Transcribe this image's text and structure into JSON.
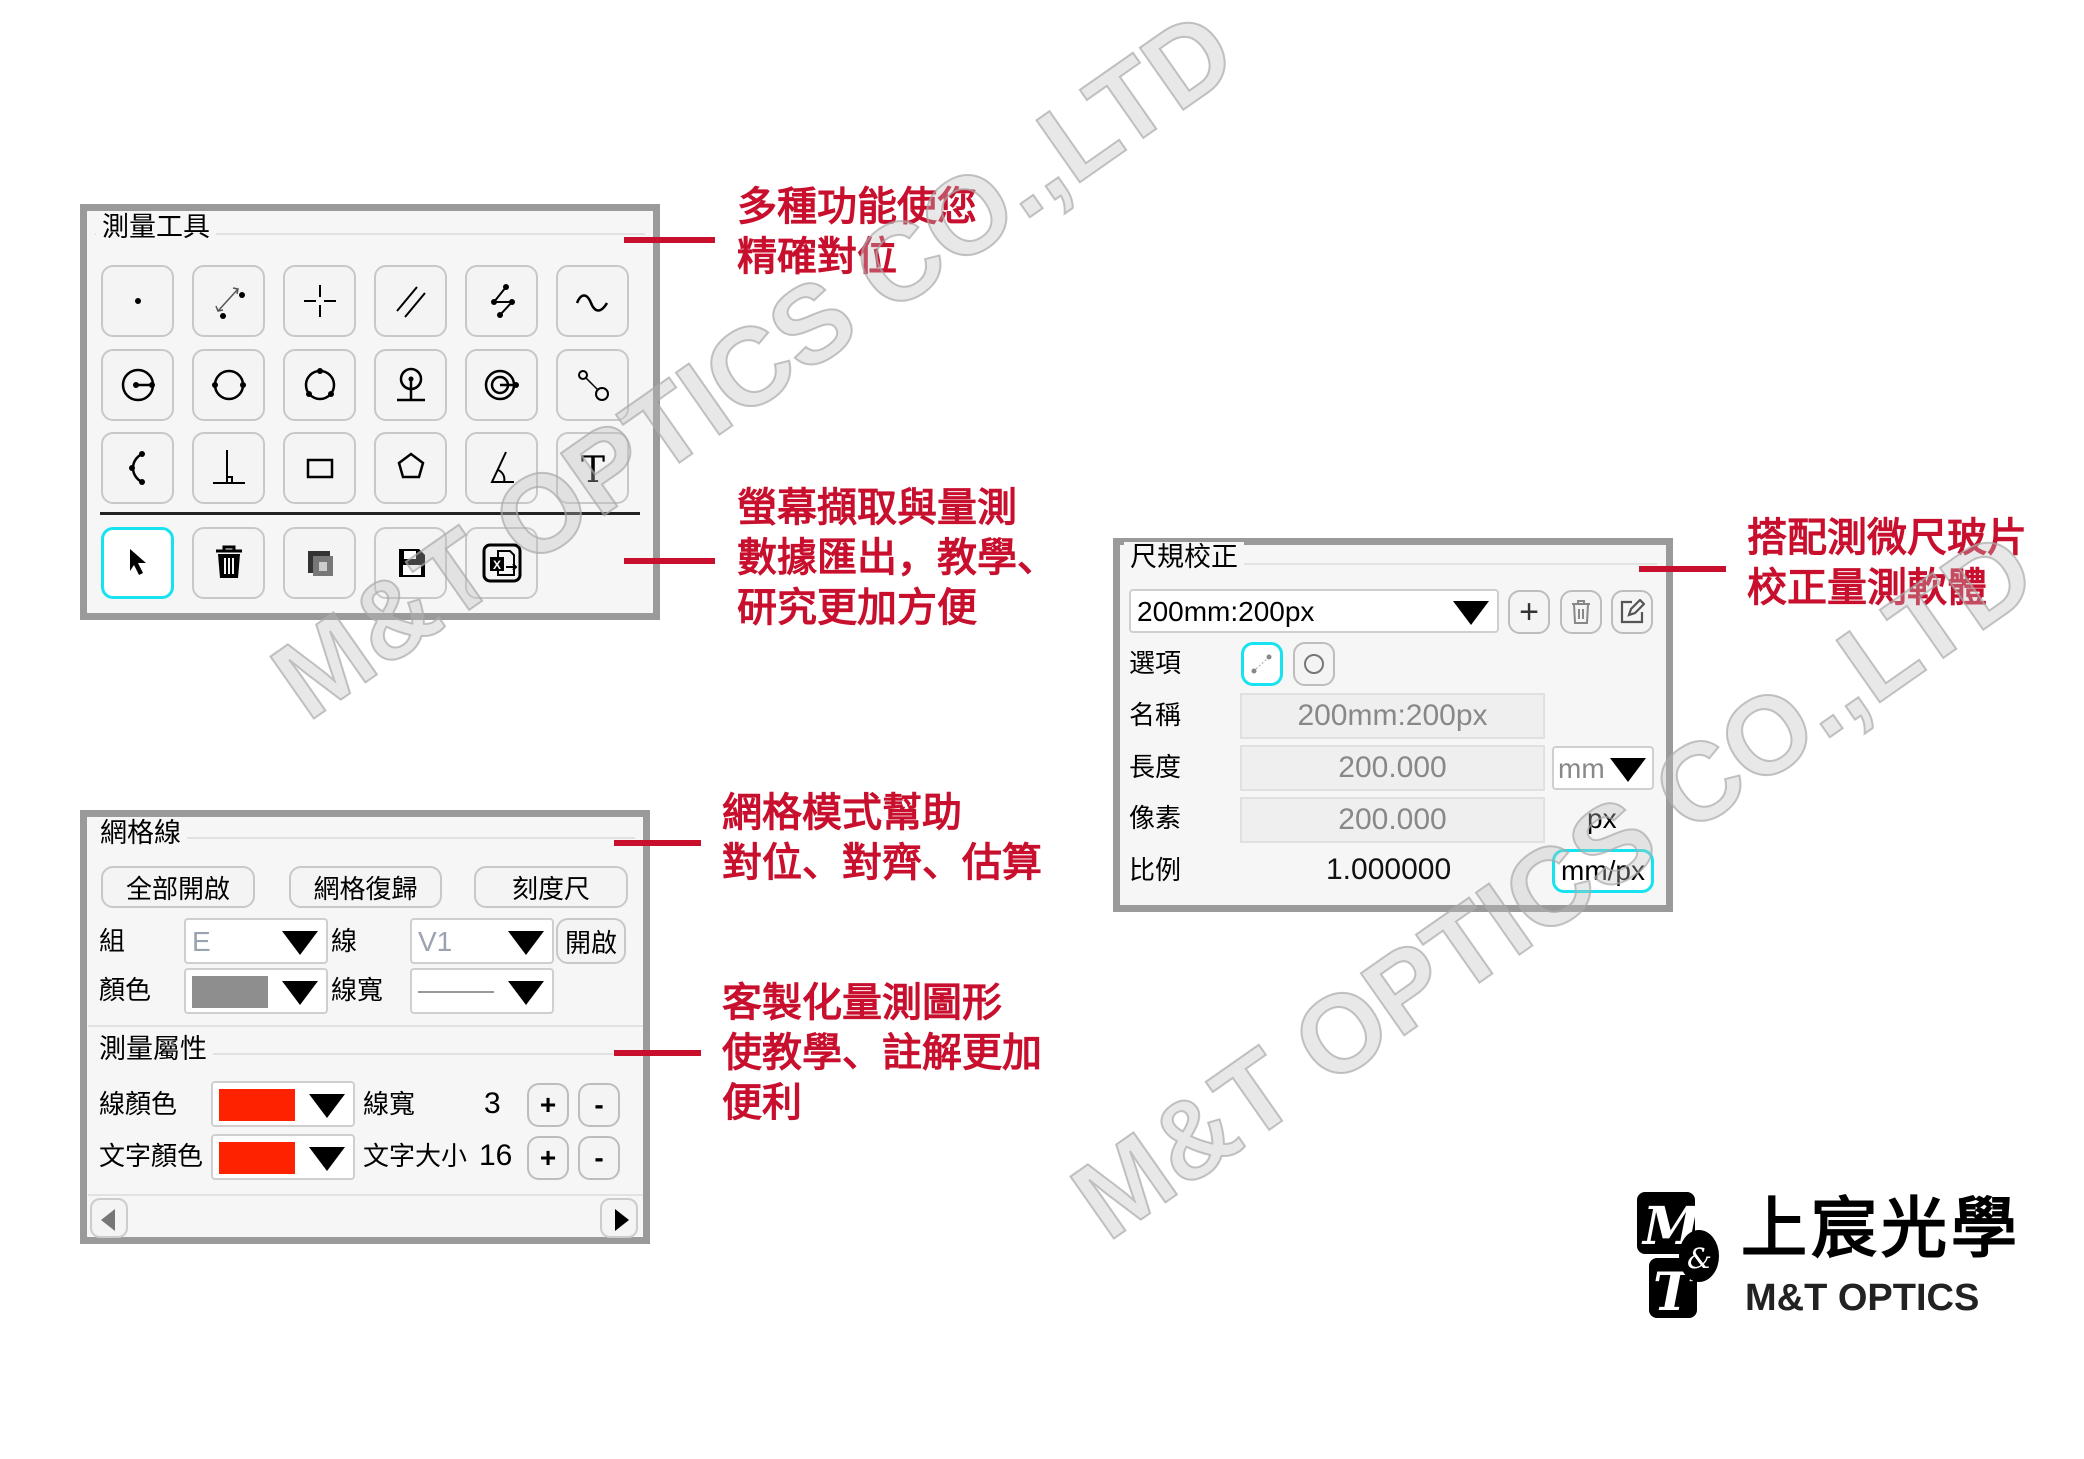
{
  "watermark": "M&T OPTICS CO.,LTD",
  "colors": {
    "accent_red": "#c8102e",
    "active_cyan": "#17e3f0",
    "line_color": "#ff2200",
    "grid_color": "#8e8e8e"
  },
  "tools_panel": {
    "title": "測量工具",
    "tools": [
      "point-icon",
      "two-point-distance-icon",
      "crosshair-icon",
      "parallel-lines-icon",
      "polyline-icon",
      "curve-icon",
      "circle-center-radius-icon",
      "circle-two-point-icon",
      "circle-three-point-icon",
      "point-to-line-icon",
      "concentric-circle-icon",
      "circle-distance-icon",
      "arc-icon",
      "perpendicular-icon",
      "rectangle-icon",
      "polygon-icon",
      "angle-icon",
      "text-icon"
    ],
    "actions": [
      "select-pointer-icon",
      "delete-trash-icon",
      "screenshot-icon",
      "save-icon",
      "export-excel-icon"
    ]
  },
  "grid_panel": {
    "title": "網格線",
    "buttons": [
      "全部開啟",
      "網格復歸",
      "刻度尺"
    ],
    "group_label": "組",
    "group_value": "E",
    "line_label": "線",
    "line_value": "V1",
    "open_button": "開啟",
    "color_label": "顏色",
    "width_label": "線寬"
  },
  "measure_props": {
    "title": "測量屬性",
    "line_color_label": "線顏色",
    "line_width_label": "線寬",
    "line_width_value": "3",
    "text_color_label": "文字顏色",
    "text_size_label": "文字大小",
    "text_size_value": "16",
    "plus": "+",
    "minus": "-"
  },
  "calib_panel": {
    "title": "尺規校正",
    "selected": "200mm:200px",
    "options_label": "選項",
    "name_label": "名稱",
    "name_value": "200mm:200px",
    "length_label": "長度",
    "length_value": "200.000",
    "length_unit": "mm",
    "pixel_label": "像素",
    "pixel_value": "200.000",
    "pixel_unit": "px",
    "ratio_label": "比例",
    "ratio_value": "1.000000",
    "ratio_unit": "mm/px"
  },
  "notes": {
    "n1": [
      "多種功能使您",
      "精確對位"
    ],
    "n2": [
      "螢幕擷取與量測",
      "數據匯出，教學、",
      "研究更加方便"
    ],
    "n3": [
      "網格模式幫助",
      "對位、對齊、估算"
    ],
    "n4": [
      "客製化量測圖形",
      "使教學、註解更加",
      "便利"
    ],
    "n5": [
      "搭配測微尺玻片",
      "校正量測軟體"
    ]
  },
  "logo": {
    "chinese": "上宸光學",
    "english": "M&T OPTICS",
    "mark": "M&T"
  }
}
